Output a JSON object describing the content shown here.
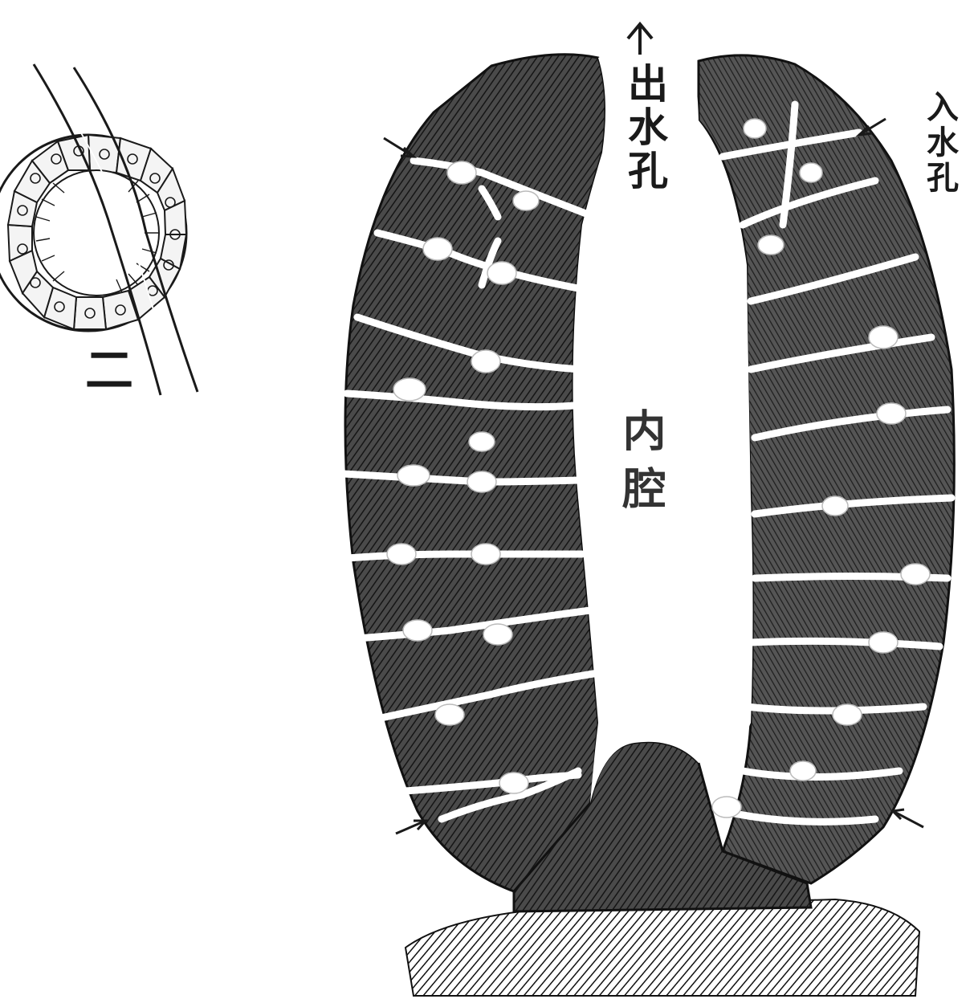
{
  "labels": {
    "outlet": "出水孔",
    "inlet": "入水孔",
    "inner_cavity": "内腔",
    "figure_number": "二"
  },
  "colors": {
    "ink": "#1a1a1a",
    "cell_fill": "#3a3a3a",
    "background": "#ffffff"
  }
}
